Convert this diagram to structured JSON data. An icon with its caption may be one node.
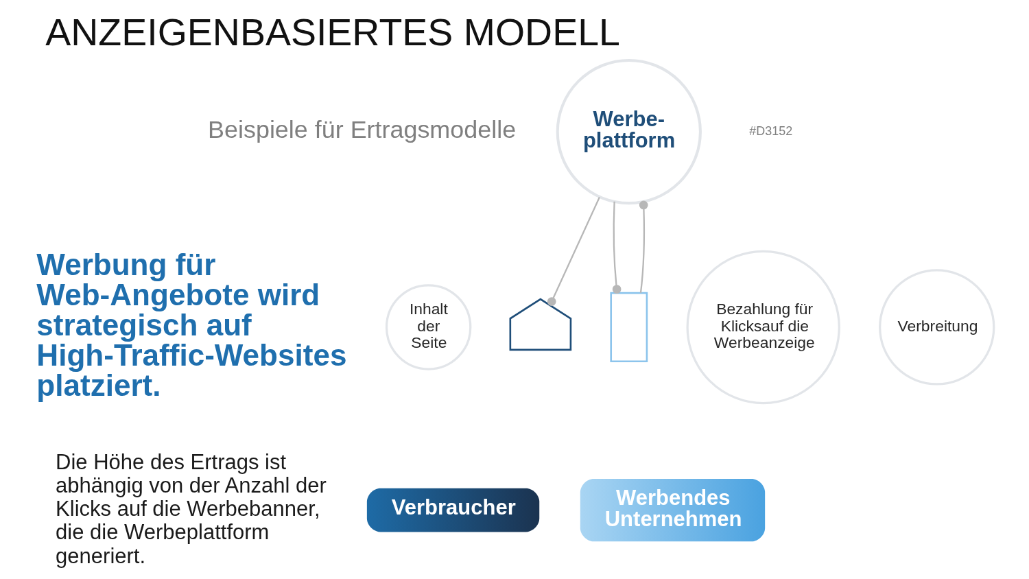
{
  "diagram": {
    "title": "ANZEIGENBASIERTES MODELL",
    "nodes": [
      {
        "text": [
          "Werbe- plattform"
        ]
      },
      {
        "text": [
          "Inhalt der Seite"
        ]
      },
      {
        "text": [
          "Bezahlung für Klicksauf die Werbeanzeige"
        ]
      },
      {
        "text": [
          "Verbreitung"
        ]
      },
      {
        "text": [],
        "shape": "house"
      },
      {
        "text": [],
        "shape": "building"
      },
      {
        "text": [
          "Verbraucher"
        ]
      },
      {
        "text": [
          "Werbendes Unternehmen"
        ]
      }
    ],
    "edges": [
      {
        "from": 0,
        "to": 4,
        "arrow": "other"
      },
      {
        "from": 0,
        "to": 5,
        "arrow": "other"
      },
      {
        "from": 5,
        "to": 0,
        "arrow": "other"
      }
    ],
    "labels": [
      "#D3152",
      "Beispiele für Ertragsmodelle",
      "Werbung für Web-Angebote wird strategisch auf High-Traffic-Websites platziert.",
      "Die Höhe des Ertrags ist abhängig von der Anzahl der Klicks auf die Werbebanner, die die Werbeplattform generiert."
    ]
  }
}
